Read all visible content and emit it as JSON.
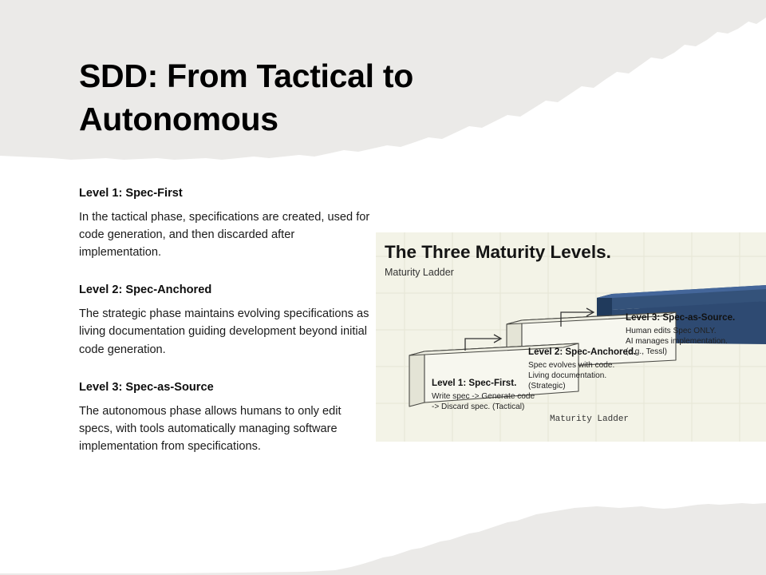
{
  "slide": {
    "title": "SDD: From Tactical to Autonomous",
    "background_color": "#ffffff",
    "band_color": "#ebeae8"
  },
  "content_blocks": [
    {
      "heading": "Level 1: Spec-First",
      "body": "In the tactical phase, specifications are created, used for code generation, and then discarded after implementation."
    },
    {
      "heading": "Level 2: Spec-Anchored",
      "body": "The strategic phase maintains evolving specifications as living documentation guiding development beyond initial code generation."
    },
    {
      "heading": "Level 3: Spec-as-Source",
      "body": "The autonomous phase allows humans to only edit specs, with tools automatically managing software implementation from specifications."
    }
  ],
  "figure": {
    "title": "The Three Maturity Levels.",
    "subtitle": "Maturity Ladder",
    "footer": "Maturity Ladder",
    "background_color": "#f3f3e7",
    "accent_color": "#2e4a72",
    "steps": [
      {
        "label": "Level 1: Spec-First.",
        "lines": [
          "Write spec -> Generate code",
          "-> Discard spec. (Tactical)"
        ],
        "fill": "#f7f7ef"
      },
      {
        "label": "Level 2: Spec-Anchored.",
        "lines": [
          "Spec evolves with code.",
          "Living documentation.",
          "(Strategic)"
        ],
        "fill": "#f7f7ef"
      },
      {
        "label": "Level 3: Spec-as-Source.",
        "lines": [
          "Human edits Spec ONLY.",
          "AI manages implementation.",
          "(e.g., Tessl)"
        ],
        "fill": "#2e4a72"
      }
    ]
  }
}
